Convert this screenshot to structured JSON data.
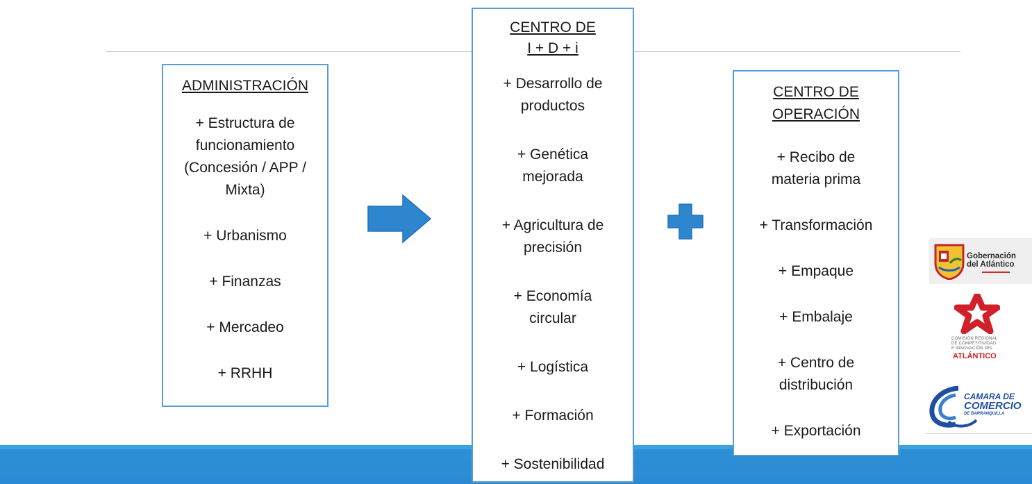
{
  "administracion": {
    "title": "ADMINISTRACIÓN",
    "items": [
      "+ Estructura de funcionamiento (Concesión / APP / Mixta)",
      "+ Urbanismo",
      "+ Finanzas",
      "+ Mercadeo",
      "+ RRHH"
    ],
    "item0_lines": [
      "+ Estructura de",
      "funcionamiento",
      "(Concesión / APP /",
      "Mixta)"
    ]
  },
  "centro_id": {
    "title_line1": "CENTRO DE",
    "title_line2": "I + D + i",
    "items": [
      [
        "+ Desarrollo de",
        "productos"
      ],
      [
        "+ Genética",
        "mejorada"
      ],
      [
        "+ Agricultura de",
        "precisión"
      ],
      [
        "+ Economía",
        "circular"
      ],
      [
        "+ Logística"
      ],
      [
        "+ Formación"
      ],
      [
        "+ Sostenibilidad"
      ]
    ]
  },
  "centro_operacion": {
    "title_line1": "CENTRO DE",
    "title_line2": "OPERACIÓN",
    "items": [
      [
        "+ Recibo de",
        "materia prima"
      ],
      [
        "+ Transformación"
      ],
      [
        "+ Empaque"
      ],
      [
        "+ Embalaje"
      ],
      [
        "+ Centro de",
        "distribución"
      ],
      [
        "+ Exportación"
      ]
    ]
  },
  "logos": {
    "gobernacion": [
      "Gobernación",
      "del Atlántico"
    ],
    "comision": [
      "COMISIÓN REGIONAL",
      "DE COMPETITIVIDAD",
      "E INNOVACIÓN DEL"
    ],
    "comision_big": "ATLÁNTICO",
    "camara": [
      "CAMARA DE",
      "COMERCIO",
      "DE BARRANQUILLA"
    ]
  },
  "colors": {
    "accent_blue": "#2e86cf",
    "box_border": "#5b9bd5",
    "band": "#2b8ad3"
  },
  "icons": [
    "arrow-right-icon",
    "plus-icon"
  ]
}
